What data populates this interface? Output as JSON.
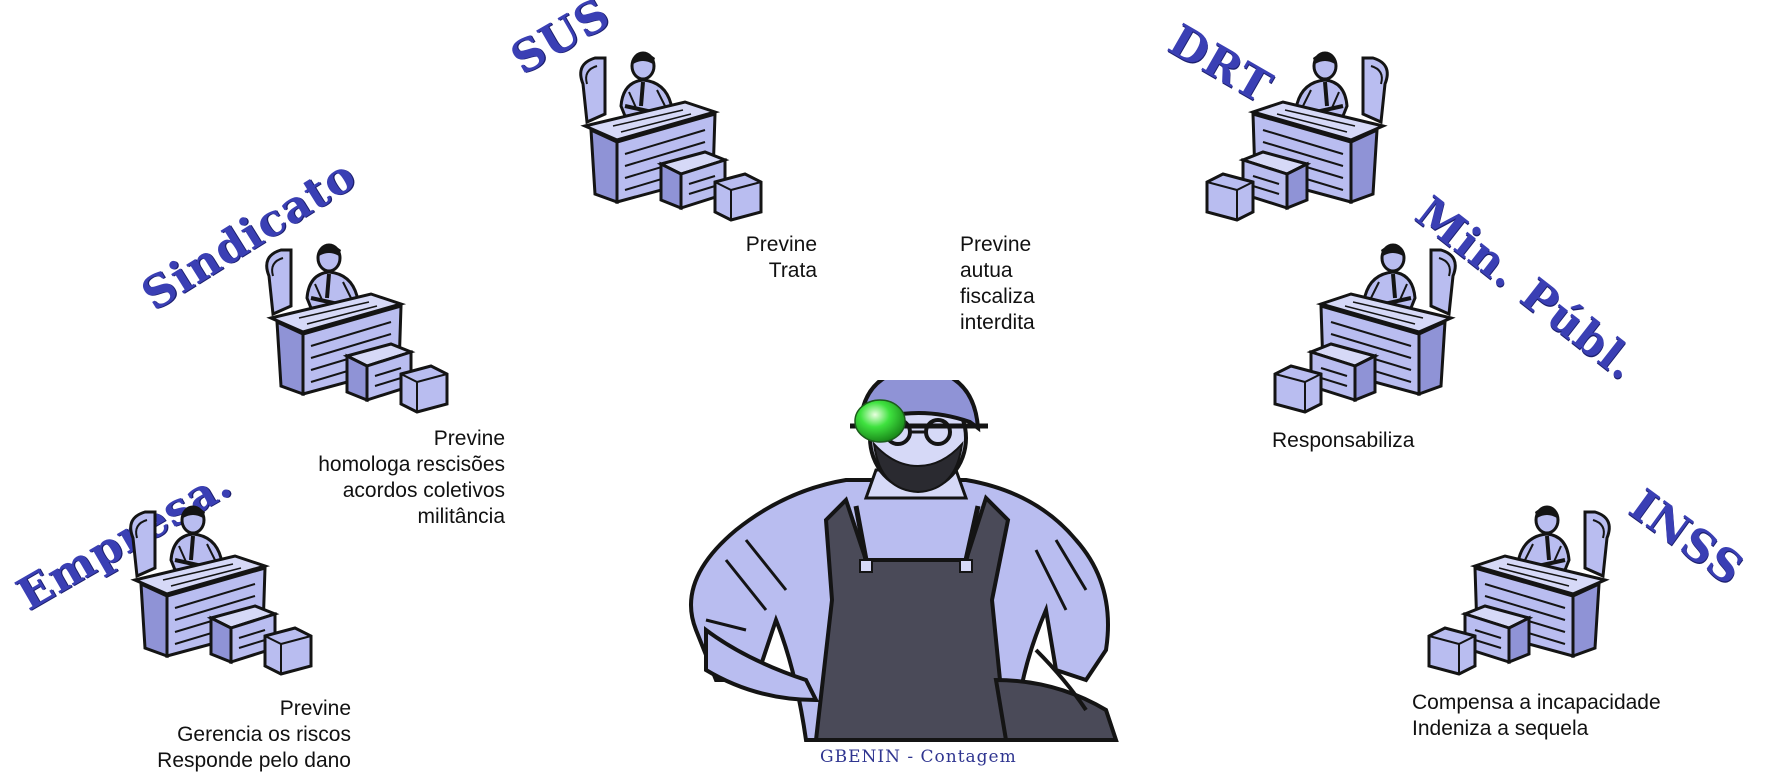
{
  "orgs": {
    "sus": {
      "name": "SUS",
      "roles": [
        "Previne",
        "Trata"
      ]
    },
    "drt": {
      "name": "DRT",
      "roles": [
        "Previne",
        "autua",
        "fiscaliza",
        "interdita"
      ]
    },
    "sindicato": {
      "name": "Sindicato",
      "roles": [
        "Previne",
        "homologa rescisões",
        "acordos coletivos",
        "militância"
      ]
    },
    "min_publ": {
      "name": "Min. Públ.",
      "roles": [
        "Responsabiliza"
      ]
    },
    "empresa": {
      "name": "Empresa.",
      "roles": [
        "Previne",
        "Gerencia os riscos",
        "Responde pelo dano"
      ]
    },
    "inss": {
      "name": "INSS",
      "roles": [
        "Compensa a incapacidade",
        "Indeniza a sequela"
      ]
    }
  },
  "caption": "GBENIN - Contagem",
  "colors": {
    "title": "#3a3fb4",
    "figure_fill": "#b9bdf0",
    "figure_ink": "#141414",
    "helmet_light": "#3fe23f"
  },
  "icons": {
    "clerk": "clerk-at-desk-icon",
    "worker": "miner-worker-icon",
    "lamp": "helmet-lamp-icon"
  }
}
